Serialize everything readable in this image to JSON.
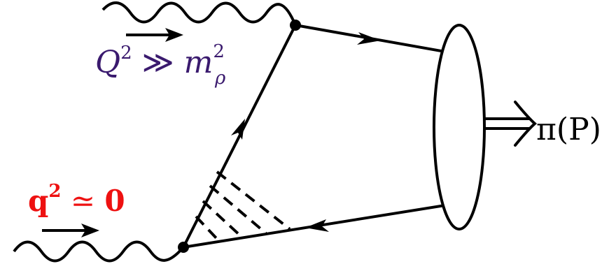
{
  "colors": {
    "line": "#000000",
    "upper_label": "#3a1a6e",
    "lower_label": "#ee1111",
    "background": "#ffffff"
  },
  "labels": {
    "upper_photon": {
      "Q": "Q",
      "Q_sup": "2",
      "relation": " ≫ ",
      "m": "m",
      "m_sup": "2",
      "m_sub": "ρ"
    },
    "lower_photon": {
      "q": "q",
      "q_sup": "2",
      "relation": " ≃ ",
      "value": "0"
    },
    "outgoing": {
      "text": "π(P)"
    }
  },
  "icons": {
    "upper_momentum_arrow": "right-arrow-icon",
    "lower_momentum_arrow": "right-arrow-icon",
    "output_arrow": "double-right-arrow-icon"
  }
}
